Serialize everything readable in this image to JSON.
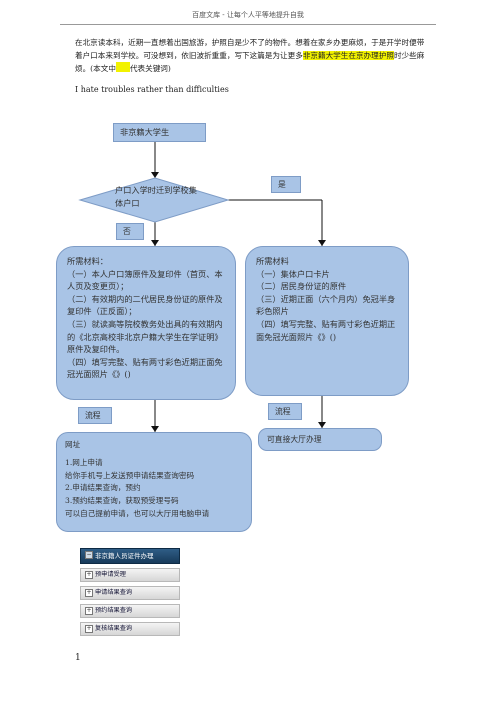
{
  "header": {
    "text": "百度文库 - 让每个人平等地提升自我"
  },
  "intro": {
    "part1": "在北京读本科，近期一直想着出国旅游，护照自是少不了的物件。想着在家乡办更麻烦，于是开学时便带着户口本来到学校。可没想到，依旧波折重重，写下这篇是为让更多",
    "highlight": "非京籍大学生在京办理护照",
    "part2": "时少些麻烦。(本文中",
    "part3": "代表关键词)"
  },
  "english_line": "I hate troubles rather than difficulties",
  "flow": {
    "start": "非京籍大学生",
    "decision_line1": "户口入学时迁到学校集",
    "decision_line2": "体户口",
    "yes": "是",
    "no": "否",
    "left_materials": [
      "所需材料：",
      "（一）本人户口簿原件及复印件（首页、本人页及变更页）；",
      "（二）有效期内的二代居民身份证的原件及复印件（正反面）；",
      "（三）就读高等院校教务处出具的有效期内的《北京高校非北京户籍大学生在学证明》原件及复印件。",
      "（四）填写完整、贴有两寸彩色近期正面免冠光面照片《》()"
    ],
    "right_materials": [
      "所需材料",
      "（一）集体户口卡片",
      "（二）居民身份证的原件",
      "（三）近期正面（六个月内）免冠半身彩色照片",
      "（四）填写完整、贴有两寸彩色近期正面免冠光面照片《》()"
    ],
    "process_left": "流程",
    "process_right": "流程",
    "web_box": [
      "网址",
      "1.网上申请",
      "给你手机号上发送预申请结果查询密码",
      "2.申请结果查询，预约",
      "3.预约结果查询，获取预受理号码",
      "可以自己提前申请，也可以大厅用电脑申请"
    ],
    "hall": "可直接大厅办理"
  },
  "menu": {
    "title": "非京籍人员证件办理",
    "items": [
      "预申请受理",
      "申请结果查询",
      "预约结果查询",
      "复核结果查询"
    ]
  },
  "page_number": "1",
  "colors": {
    "box_fill": "#a9c4e6",
    "box_border": "#7e9cc6",
    "highlight": "#f2f200",
    "menu_head": "#1f4669"
  }
}
